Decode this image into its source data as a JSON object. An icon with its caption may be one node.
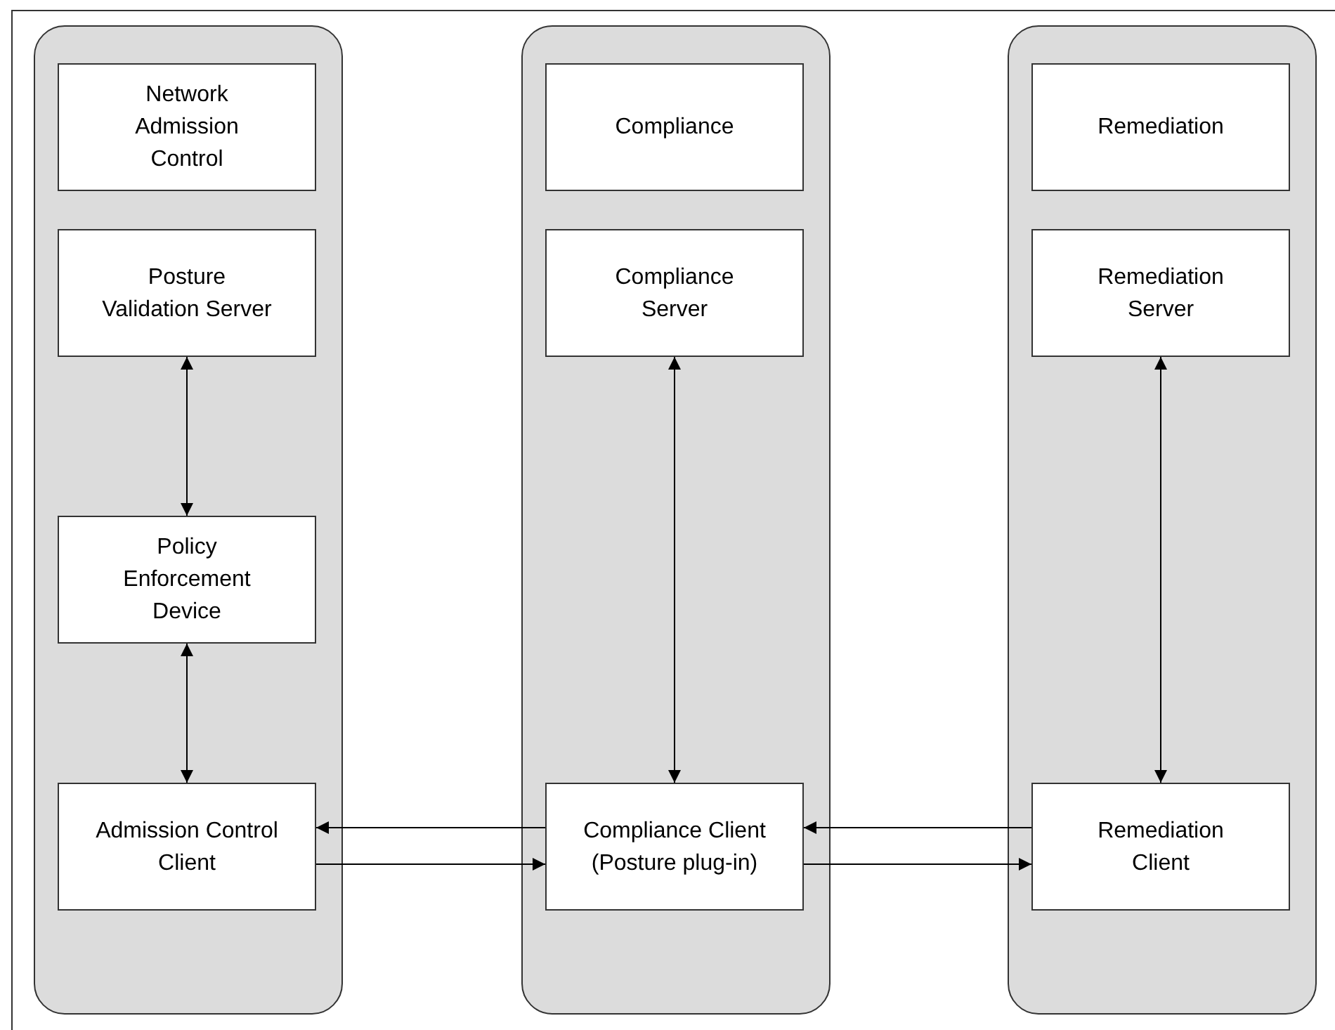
{
  "diagram": {
    "nodes": [
      {
        "text": [],
        "shape": "box"
      },
      {
        "text": [
          "Network Admission Control"
        ],
        "in": 0
      },
      {
        "text": [
          "Posture Validation Server"
        ],
        "in": 0
      },
      {
        "text": [
          "Policy Enforcement Device"
        ],
        "in": 0
      },
      {
        "text": [
          "Admission Control Client"
        ],
        "in": 0
      },
      {
        "text": [],
        "shape": "box"
      },
      {
        "text": [
          "Compliance"
        ],
        "in": 5
      },
      {
        "text": [
          "Compliance Server"
        ],
        "in": 5
      },
      {
        "text": [
          "Compliance Client (Posture plug-in)"
        ],
        "in": 5
      },
      {
        "text": [],
        "shape": "box"
      },
      {
        "text": [
          "Remediation"
        ],
        "in": 9
      },
      {
        "text": [
          "Remediation Server"
        ],
        "in": 9
      },
      {
        "text": [
          "Remediation Client"
        ],
        "in": 9
      }
    ],
    "edges": [
      {
        "from": 2,
        "to": 3,
        "arrow": "both"
      },
      {
        "from": 3,
        "to": 4,
        "arrow": "both"
      },
      {
        "from": 7,
        "to": 8,
        "arrow": "both"
      },
      {
        "from": 11,
        "to": 12,
        "arrow": "both"
      },
      {
        "from": 8,
        "to": 4,
        "arrow": "to"
      },
      {
        "from": 4,
        "to": 8,
        "arrow": "to"
      },
      {
        "from": 12,
        "to": 8,
        "arrow": "to"
      },
      {
        "from": 8,
        "to": 12,
        "arrow": "to"
      }
    ]
  }
}
